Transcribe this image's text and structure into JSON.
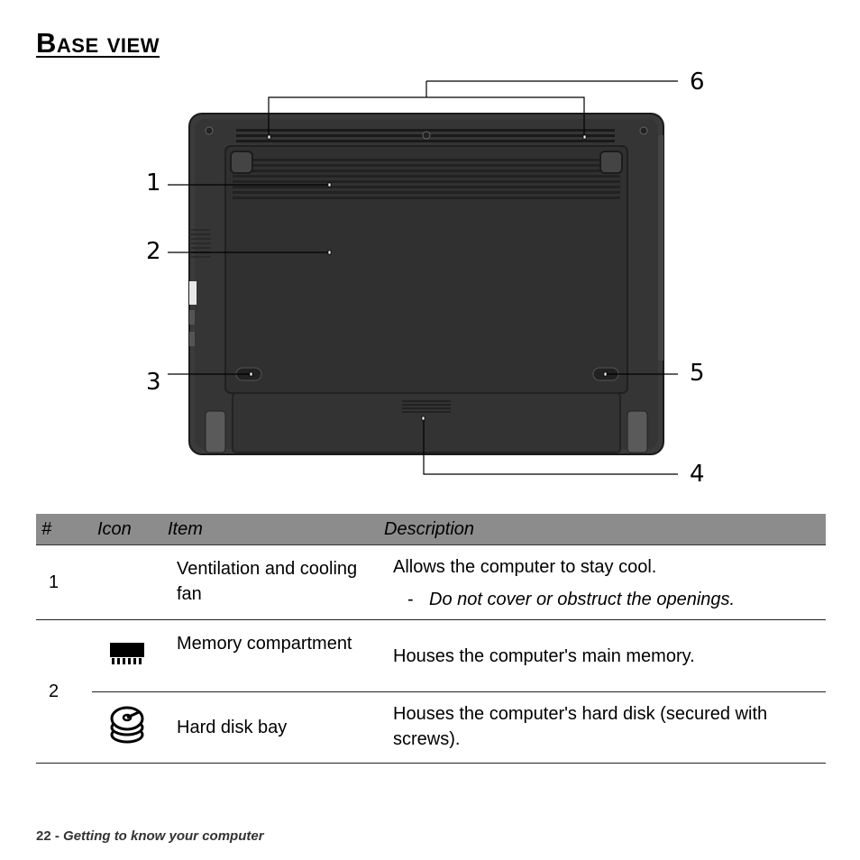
{
  "title": "Base view",
  "figure": {
    "callouts": [
      "1",
      "2",
      "3",
      "4",
      "5",
      "6"
    ],
    "colors": {
      "chassis": "#3a3a3a",
      "panel": "#2f2f2f",
      "edge": "#1b1b1b",
      "leader": "#000000"
    }
  },
  "table": {
    "headers": {
      "num": "#",
      "icon": "Icon",
      "item": "Item",
      "description": "Description"
    },
    "rows": [
      {
        "num": "1",
        "icon": "",
        "item": "Ventilation and cooling fan",
        "description": "Allows the computer to stay cool.",
        "note_dash": "-",
        "note": "Do not cover or obstruct the openings."
      },
      {
        "num": "2",
        "icon": "memory-icon",
        "item": "Memory compartment",
        "description": "Houses the computer's main memory."
      },
      {
        "num": "",
        "icon": "hard-disk-icon",
        "item": "Hard disk bay",
        "description": "Houses the computer's hard disk (secured with screws)."
      }
    ],
    "header_color": "#8c8c8c"
  },
  "footer": {
    "page": "22",
    "separator": " - ",
    "section": "Getting to know your computer"
  }
}
